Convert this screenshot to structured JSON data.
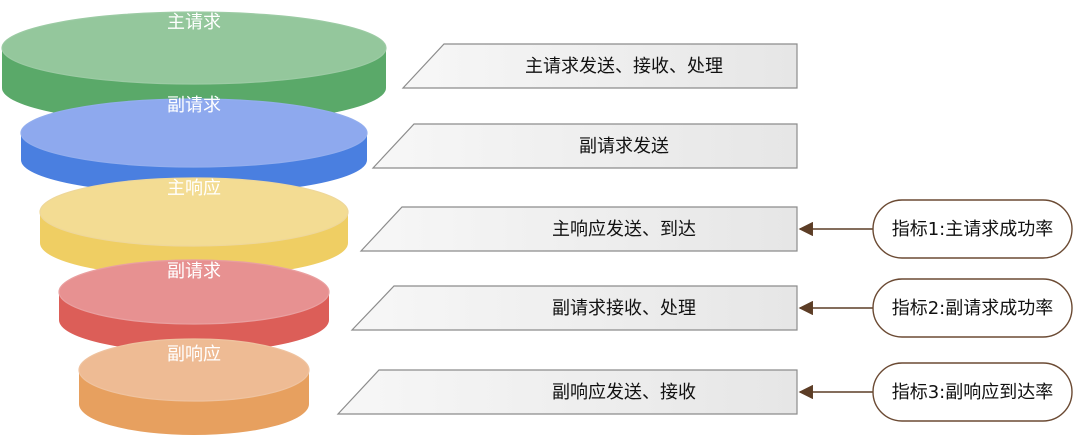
{
  "funnel": {
    "layers": [
      {
        "label": "主请求",
        "side": "#5aa969",
        "top": "#94c79c",
        "stroke": "#9ccba4"
      },
      {
        "label": "副请求",
        "side": "#4a7fe0",
        "top": "#8ea9ee",
        "stroke": "#93aeee"
      },
      {
        "label": "主响应",
        "side": "#efce63",
        "top": "#f3dc93",
        "stroke": "#eed79a"
      },
      {
        "label": "副请求",
        "side": "#dc5e58",
        "top": "#e79191",
        "stroke": "#e9a0a0"
      },
      {
        "label": "副响应",
        "side": "#e7a05f",
        "top": "#eebb94",
        "stroke": "#efc3a0"
      }
    ]
  },
  "stages": [
    {
      "text": "主请求发送、接收、处理"
    },
    {
      "text": "副请求发送"
    },
    {
      "text": "主响应发送、到达"
    },
    {
      "text": "副请求接收、处理"
    },
    {
      "text": "副响应发送、接收"
    }
  ],
  "metrics": [
    {
      "text": "指标1:主请求成功率",
      "stage": 2
    },
    {
      "text": "指标2:副请求成功率",
      "stage": 3
    },
    {
      "text": "指标3:副响应到达率",
      "stage": 4
    }
  ],
  "colors": {
    "box_fill_light": "#f7f7f7",
    "box_fill_dark": "#e6e6e6",
    "box_stroke": "#8c8c8c",
    "arrow": "#5c3d26",
    "pill_stroke": "#6b4a33"
  }
}
